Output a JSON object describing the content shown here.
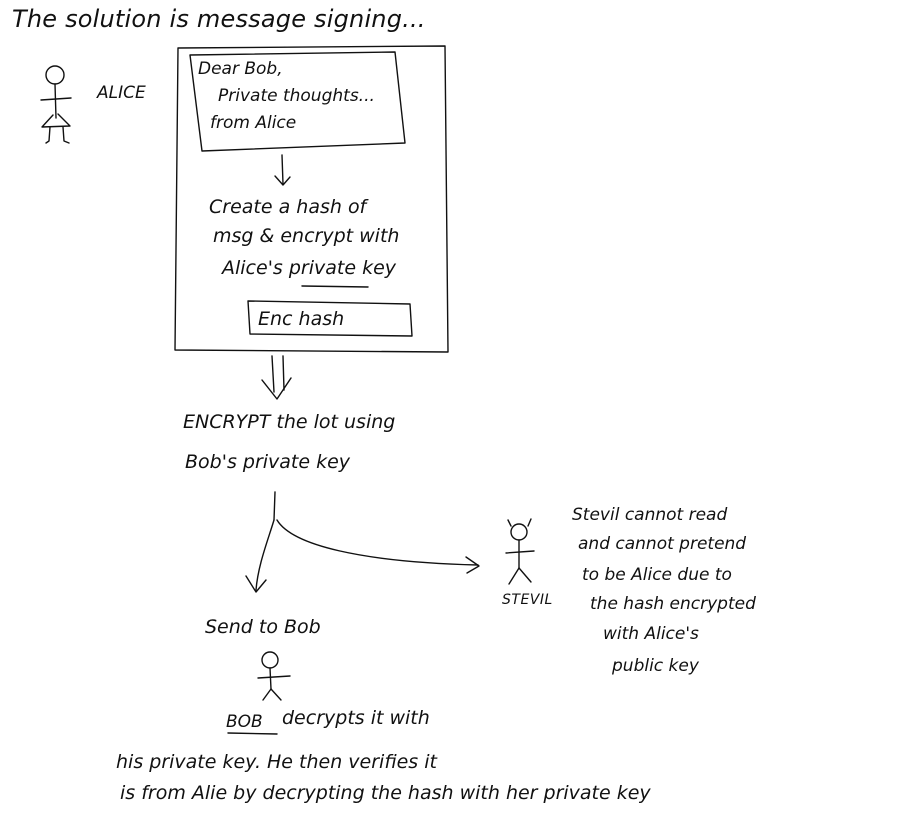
{
  "title": "The solution is message signing...",
  "people": {
    "alice": "ALICE",
    "stevil": "STEVIL",
    "bob": "BOB"
  },
  "letter": {
    "line1": "Dear Bob,",
    "line2": "Private thoughts...",
    "line3": "from Alice"
  },
  "hash_step": {
    "line1": "Create a hash of",
    "line2": "msg & encrypt with",
    "line3": "Alice's private key"
  },
  "enc_hash_label": "Enc hash",
  "encrypt_step": {
    "line1": "ENCRYPT the lot using",
    "line2": "Bob's private key"
  },
  "stevil_note": {
    "line1": "Stevil cannot read",
    "line2": "and cannot pretend",
    "line3": "to be Alice due to",
    "line4": "the hash encrypted",
    "line5": "with Alice's",
    "line6": "public key"
  },
  "send_label": "Send to Bob",
  "bob_note": {
    "line1": "decrypts it with",
    "line2": "his private key. He then verifies it",
    "line3": "is from Alie by decrypting the hash with her private key"
  },
  "stroke_color": "#111111"
}
